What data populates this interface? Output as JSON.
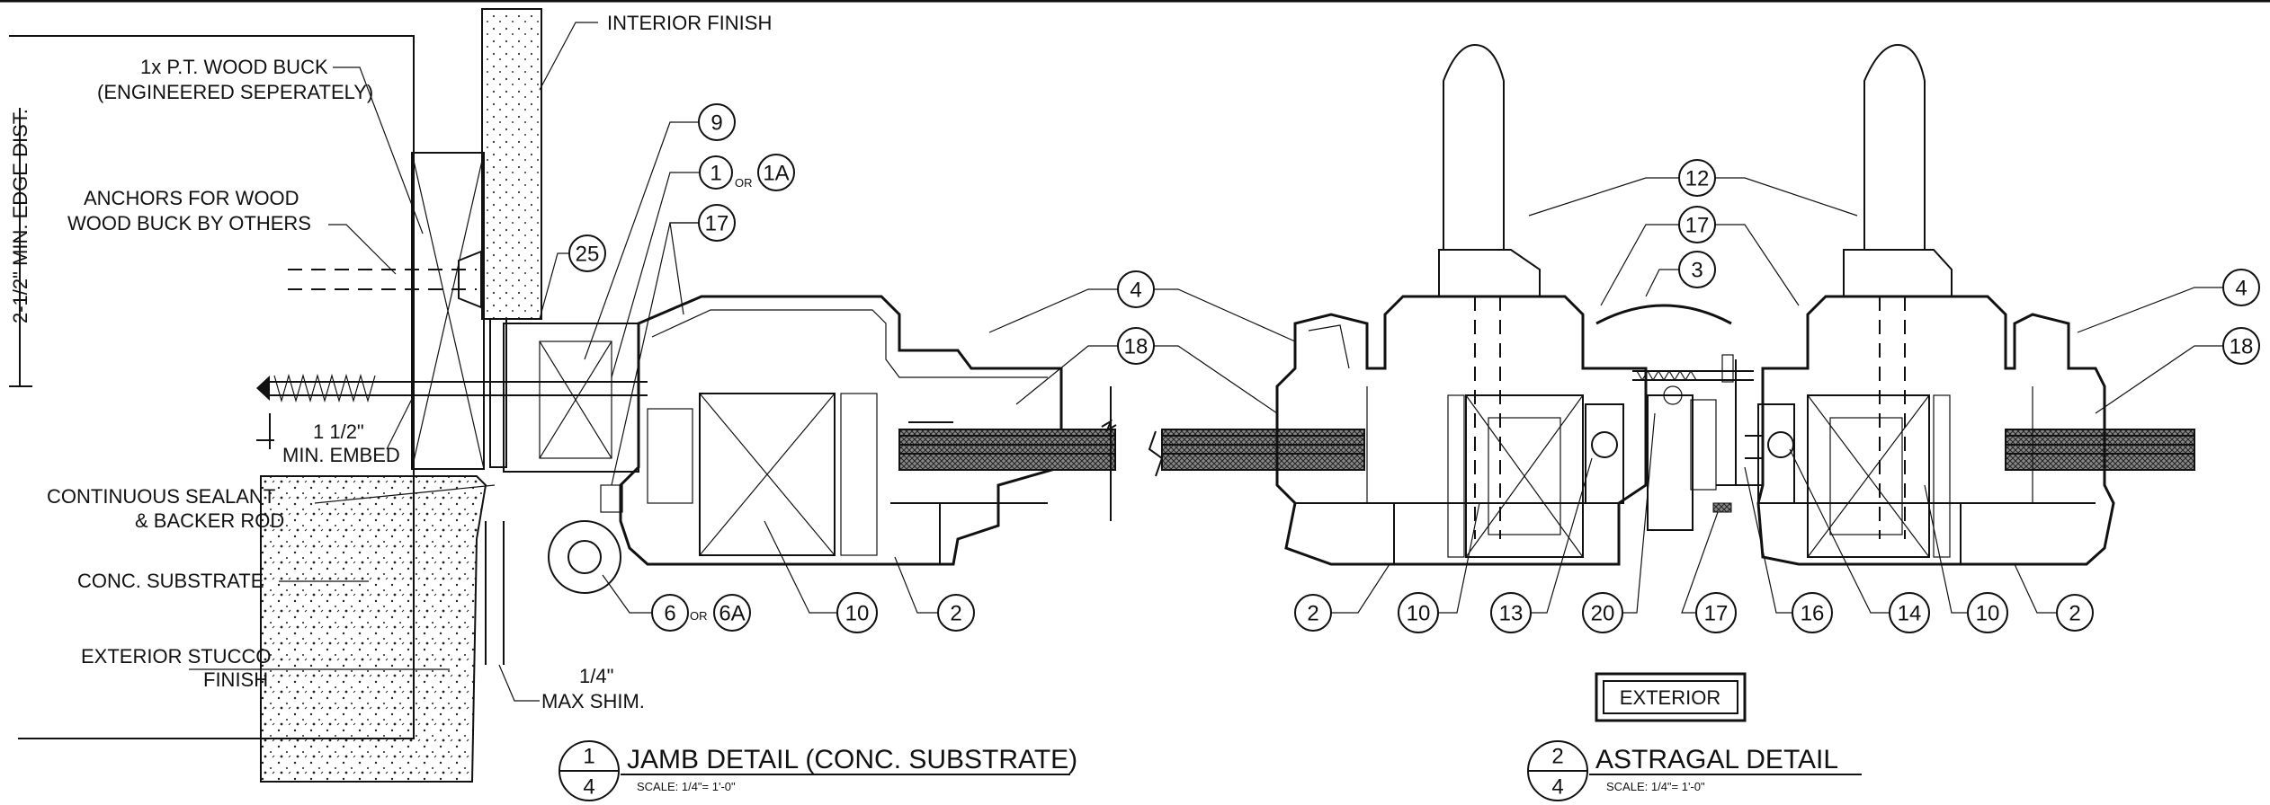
{
  "jamb": {
    "labels": {
      "wood_buck_1": "1x P.T. WOOD BUCK",
      "wood_buck_2": "(ENGINEERED SEPERATELY)",
      "anchors_1": "ANCHORS FOR WOOD",
      "anchors_2": "WOOD BUCK BY OTHERS",
      "edge_dist": "2-1/2\" MIN. EDGE DIST.",
      "embed_1": "1 1/2\"",
      "embed_2": "MIN. EMBED",
      "sealant_1": "CONTINUOUS SEALANT",
      "sealant_2": "& BACKER ROD",
      "substrate": "CONC. SUBSTRATE",
      "stucco_1": "EXTERIOR STUCCO",
      "stucco_2": "FINISH",
      "interior_finish": "INTERIOR FINISH",
      "shim_1": "1/4\"",
      "shim_2": "MAX SHIM."
    },
    "callouts": {
      "c9": "9",
      "c1": "1",
      "c1a": "1A",
      "c17": "17",
      "c25": "25",
      "c6": "6",
      "c6a": "6A",
      "c10": "10",
      "c2": "2",
      "or": "OR"
    },
    "title": {
      "num": "1",
      "sheet": "4",
      "name": "JAMB DETAIL (CONC. SUBSTRATE)",
      "scale": "SCALE: 1/4\"= 1'-0\""
    }
  },
  "astragal": {
    "callouts": {
      "c12": "12",
      "c17": "17",
      "c3": "3",
      "c4l": "4",
      "c4r": "4",
      "c18l": "18",
      "c18r": "18",
      "b2l": "2",
      "b10l": "10",
      "b13": "13",
      "b20": "20",
      "b17": "17",
      "b16": "16",
      "b14": "14",
      "b10r": "10",
      "b2r": "2"
    },
    "exterior": "EXTERIOR",
    "title": {
      "num": "2",
      "sheet": "4",
      "name": "ASTRAGAL DETAIL",
      "scale": "SCALE: 1/4\"= 1'-0\""
    }
  }
}
